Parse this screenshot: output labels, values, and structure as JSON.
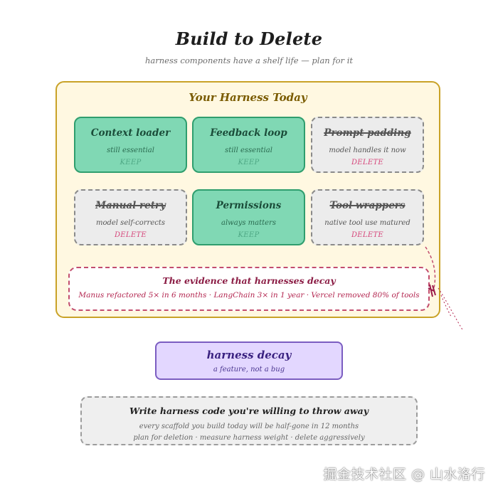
{
  "header": {
    "title": "Build to Delete",
    "subtitle": "harness components have a shelf life — plan for it"
  },
  "harness": {
    "title": "Your Harness Today",
    "cards": [
      {
        "name": "Context loader",
        "note": "still essential",
        "verdict": "KEEP",
        "status": "keep"
      },
      {
        "name": "Feedback loop",
        "note": "still essential",
        "verdict": "KEEP",
        "status": "keep"
      },
      {
        "name": "Prompt padding",
        "note": "model handles it now",
        "verdict": "DELETE",
        "status": "delete"
      },
      {
        "name": "Manual retry",
        "note": "model self-corrects",
        "verdict": "DELETE",
        "status": "delete"
      },
      {
        "name": "Permissions",
        "note": "always matters",
        "verdict": "KEEP",
        "status": "keep"
      },
      {
        "name": "Tool wrappers",
        "note": "native tool use matured",
        "verdict": "DELETE",
        "status": "delete"
      }
    ],
    "evidence": {
      "title": "The evidence that harnesses decay",
      "body": "Manus refactored 5× in 6 months · LangChain 3× in 1 year · Vercel removed 80% of tools"
    }
  },
  "decay": {
    "title": "harness decay",
    "subtitle": "a feature, not a bug"
  },
  "throw_away": {
    "title": "Write harness code you're willing to throw away",
    "line1": "every scaffold you build today will be half-gone in 12 months",
    "line2": "plan for deletion · measure harness weight · delete aggressively"
  },
  "watermark": "掘金技术社区 @ 山水洛行",
  "colors": {
    "keep_fill": "#80d8b4",
    "keep_border": "#2f9e6e",
    "delete_fill": "#ececec",
    "delete_border": "#8a8a8a",
    "frame_fill": "#fff8e1",
    "frame_border": "#c9a227",
    "evidence_border": "#c24d6e",
    "decay_fill": "#e3d7ff",
    "decay_border": "#7b5dc1"
  }
}
